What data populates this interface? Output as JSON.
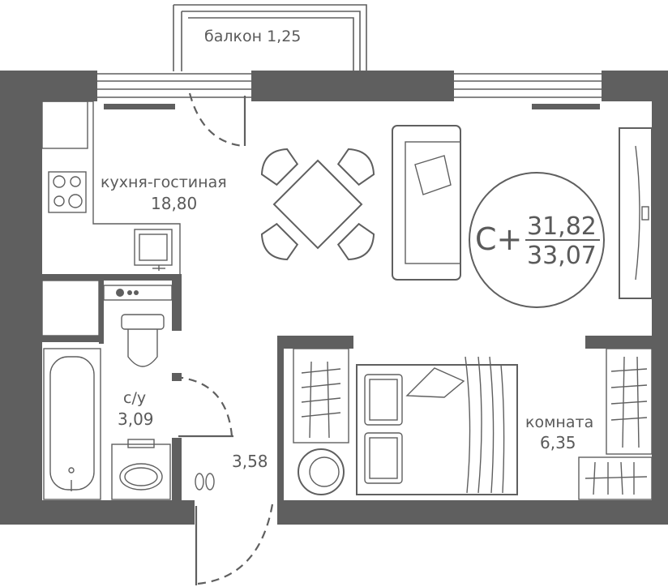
{
  "rooms": {
    "balcony": {
      "name": "балкон",
      "area": "1,25"
    },
    "kitchen_living": {
      "name": "кухня-гостиная",
      "area": "18,80"
    },
    "bathroom": {
      "name": "с/у",
      "area": "3,09"
    },
    "hall": {
      "area": "3,58"
    },
    "bedroom": {
      "name": "комната",
      "area": "6,35"
    }
  },
  "badge": {
    "type": "С+",
    "living_area": "31,82",
    "total_area": "33,07"
  },
  "colors": {
    "wall": "#5f5f5f",
    "text": "#5a5a5a",
    "background": "#ffffff"
  }
}
